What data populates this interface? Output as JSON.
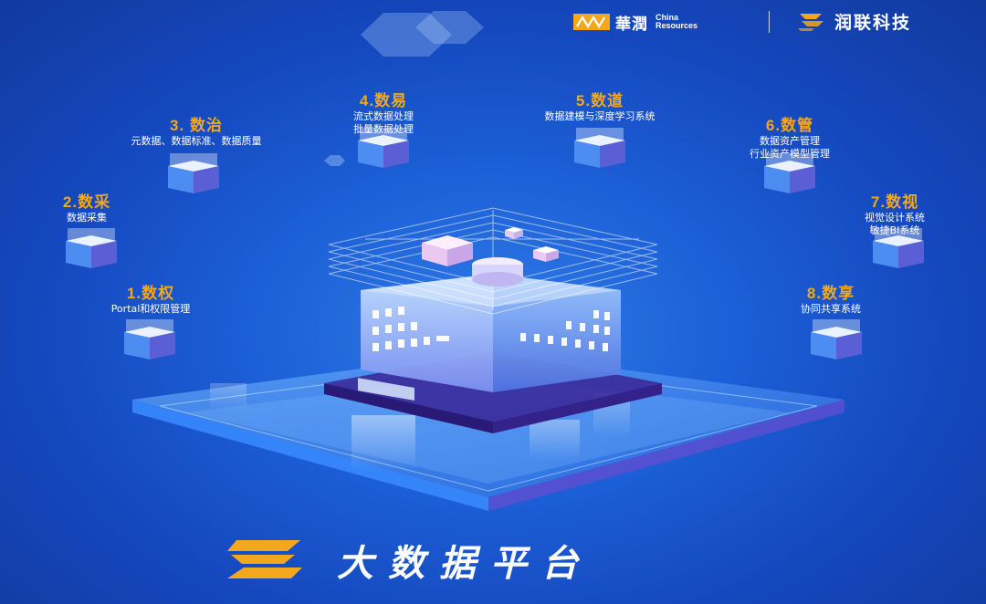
{
  "header": {
    "china_resources_cn": "華潤",
    "china_resources_en_line1": "China",
    "china_resources_en_line2": "Resources",
    "runlian_name": "润联科技"
  },
  "modules": [
    {
      "id": 1,
      "title": "1.数权",
      "lines": [
        "Portal和权限管理"
      ]
    },
    {
      "id": 2,
      "title": "2.数采",
      "lines": [
        "数据采集"
      ]
    },
    {
      "id": 3,
      "title": "3. 数治",
      "lines": [
        "元数据、数据标准、数据质量"
      ]
    },
    {
      "id": 4,
      "title": "4.数易",
      "lines": [
        "流式数据处理",
        "批量数据处理"
      ]
    },
    {
      "id": 5,
      "title": "5.数道",
      "lines": [
        "数据建模与深度学习系统"
      ]
    },
    {
      "id": 6,
      "title": "6.数管",
      "lines": [
        "数据资产管理",
        "行业资产模型管理"
      ]
    },
    {
      "id": 7,
      "title": "7.数视",
      "lines": [
        "视觉设计系统",
        "敏捷BI系统"
      ]
    },
    {
      "id": 8,
      "title": "8.数享",
      "lines": [
        "协同共享系统"
      ]
    }
  ],
  "main_title": "大数据平台",
  "colors": {
    "accent_orange": "#f2a71c",
    "background_blue": "#1c5fd6",
    "text_white": "#ffffff"
  }
}
